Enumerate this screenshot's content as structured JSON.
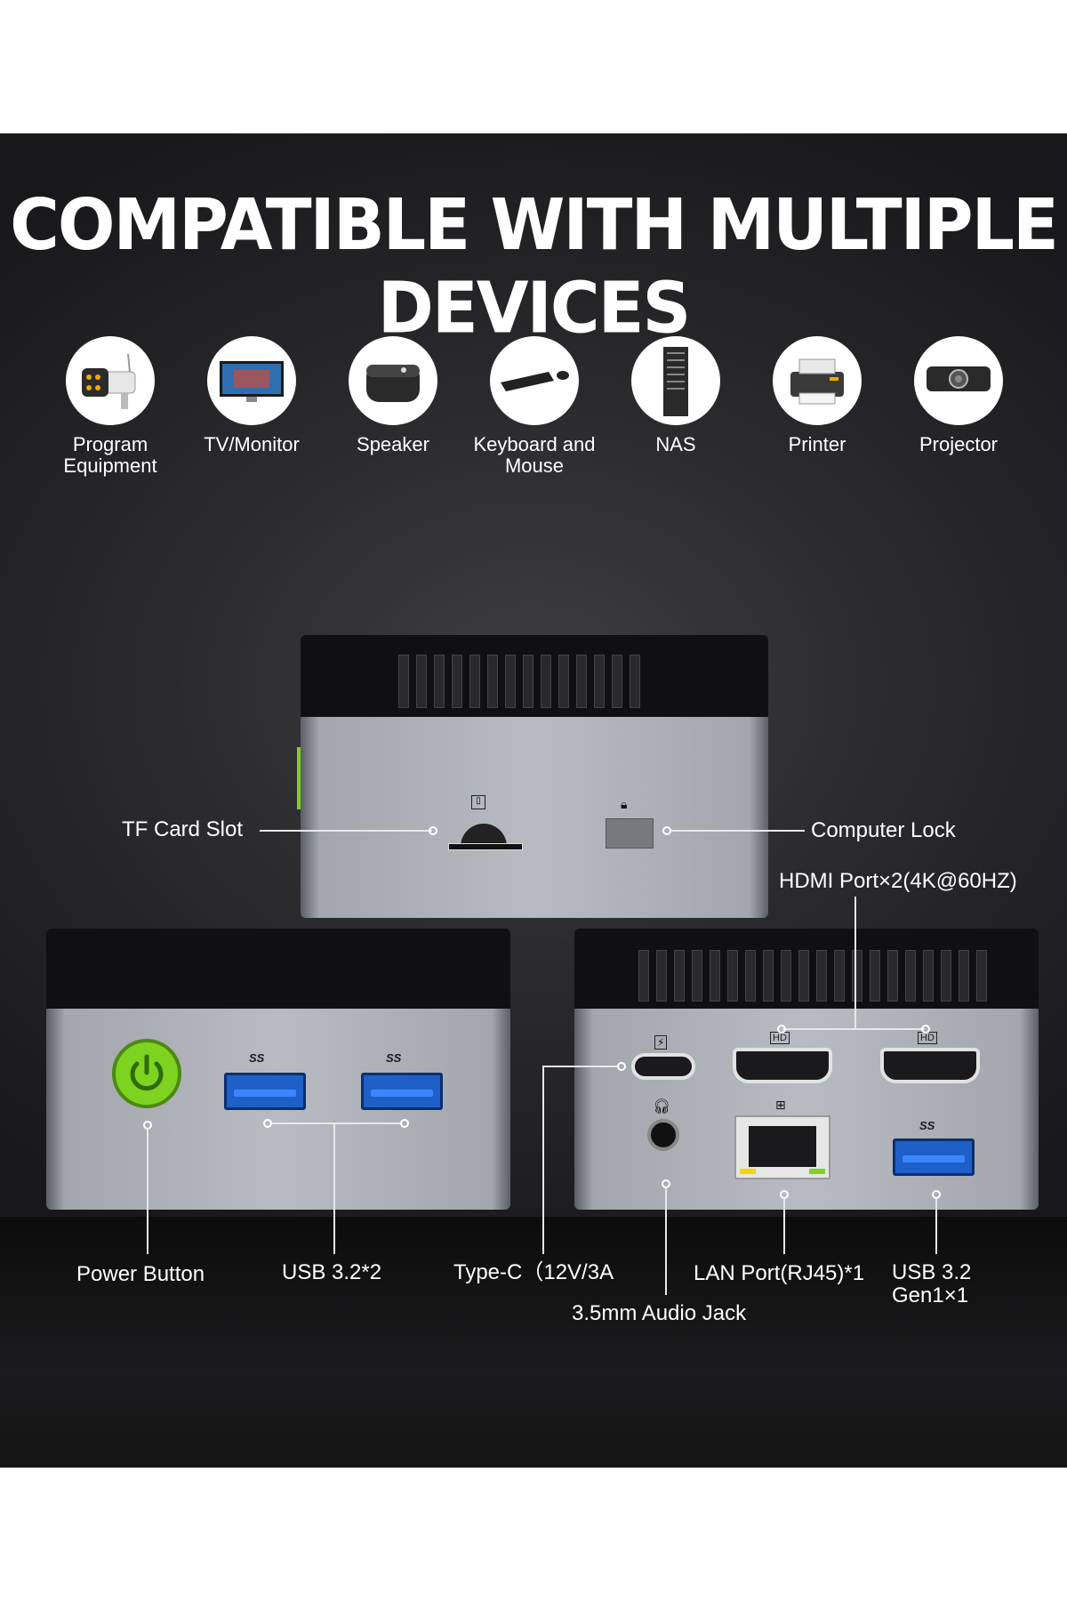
{
  "title": "COMPATIBLE WITH MULTIPLE DEVICES",
  "devices": [
    {
      "label": "Program Equipment",
      "icon": "security-camera-icon"
    },
    {
      "label": "TV/Monitor",
      "icon": "monitor-icon"
    },
    {
      "label": "Speaker",
      "icon": "speaker-icon"
    },
    {
      "label": "Keyboard and Mouse",
      "icon": "keyboard-mouse-icon"
    },
    {
      "label": "NAS",
      "icon": "nas-server-icon"
    },
    {
      "label": "Printer",
      "icon": "printer-icon"
    },
    {
      "label": "Projector",
      "icon": "projector-icon"
    }
  ],
  "ports": {
    "tf_card_slot": "TF Card Slot",
    "computer_lock": "Computer Lock",
    "hdmi": "HDMI Port×2(4K@60HZ)",
    "power_button": "Power Button",
    "usb_front": "USB 3.2*2",
    "type_c": "Type-C（12V/3A",
    "audio_jack": "3.5mm Audio Jack",
    "lan": "LAN Port(RJ45)*1",
    "usb_rear": "USB 3.2\nGen1×1"
  },
  "port_markings": {
    "ss": "SS",
    "hd": "HD"
  },
  "colors": {
    "power_green": "#7ed321",
    "usb_blue": "#1f5fc8",
    "background": "#2b2b2e"
  }
}
